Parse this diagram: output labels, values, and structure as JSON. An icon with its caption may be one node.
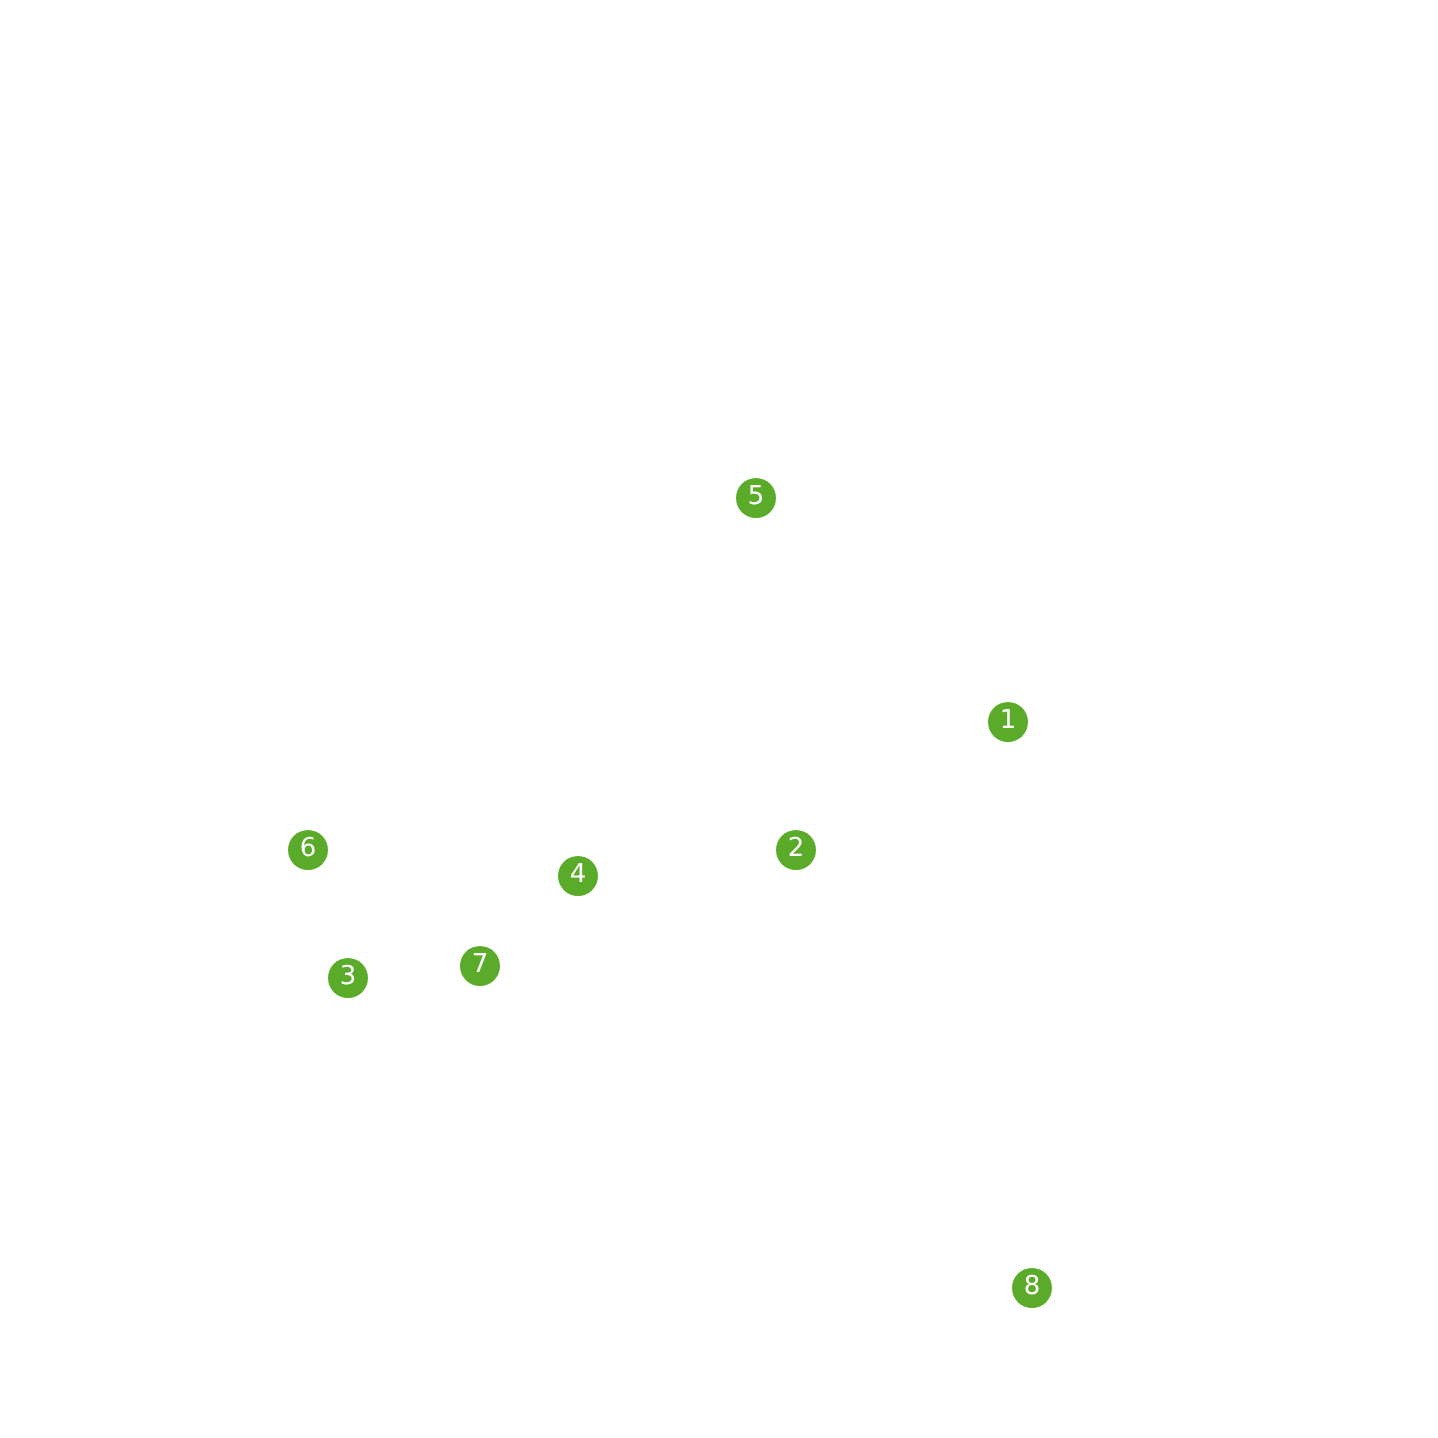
{
  "diagram": {
    "labels": [
      "5",
      "1",
      "6",
      "2",
      "4",
      "3",
      "7",
      "8"
    ]
  }
}
